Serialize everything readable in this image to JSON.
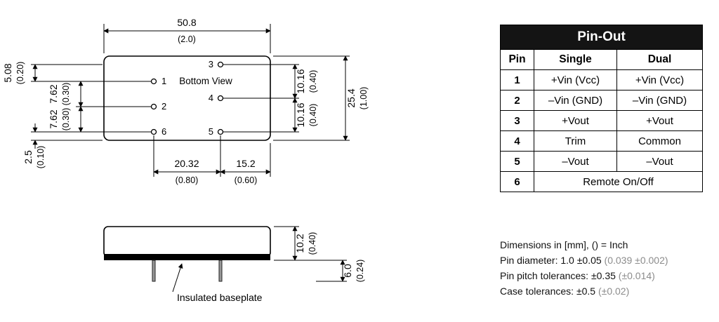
{
  "top_view": {
    "label": "Bottom View",
    "pins": {
      "p1": "1",
      "p2": "2",
      "p3": "3",
      "p4": "4",
      "p5": "5",
      "p6": "6"
    },
    "dims": {
      "width_mm": "50.8",
      "width_in": "(2.0)",
      "left1_mm": "5.08",
      "left1_in": "(0.20)",
      "left2_mm": "7.62",
      "left2_in": "(0.30)",
      "left3_mm": "7.62",
      "left3_in": "(0.30)",
      "left4_mm": "2.5",
      "left4_in": "(0.10)",
      "right1_mm": "10.16",
      "right1_in": "(0.40)",
      "right2_mm": "10.16",
      "right2_in": "(0.40)",
      "right3_mm": "25.4",
      "right3_in": "(1.00)",
      "bottom1_mm": "20.32",
      "bottom1_in": "(0.80)",
      "bottom2_mm": "15.2",
      "bottom2_in": "(0.60)"
    }
  },
  "side_view": {
    "callout": "Insulated baseplate",
    "dims": {
      "height_mm": "10.2",
      "height_in": "(0.40)",
      "pin_mm": "6.0",
      "pin_in": "(0.24)"
    }
  },
  "pinout": {
    "title": "Pin-Out",
    "col_pin": "Pin",
    "col_single": "Single",
    "col_dual": "Dual",
    "rows": [
      {
        "pin": "1",
        "single": "+Vin (Vcc)",
        "dual": "+Vin (Vcc)"
      },
      {
        "pin": "2",
        "single": "–Vin (GND)",
        "dual": "–Vin (GND)"
      },
      {
        "pin": "3",
        "single": "+Vout",
        "dual": "+Vout"
      },
      {
        "pin": "4",
        "single": "Trim",
        "dual": "Common"
      },
      {
        "pin": "5",
        "single": "–Vout",
        "dual": "–Vout"
      }
    ],
    "row6": {
      "pin": "6",
      "label": "Remote On/Off"
    }
  },
  "notes": {
    "line1": "Dimensions in [mm], () = Inch",
    "line2_black": "Pin diameter: 1.0 ±0.05 ",
    "line2_gray": "(0.039 ±0.002)",
    "line3_black": "Pin pitch tolerances: ±0.35 ",
    "line3_gray": "(±0.014)",
    "line4_black": "Case tolerances: ±0.5 ",
    "line4_gray": "(±0.02)"
  },
  "colors": {
    "table_header_bg": "#141414",
    "table_header_text": "#ffffff",
    "note_paren_gray": "#8c8c8c",
    "line_color": "#000000"
  }
}
